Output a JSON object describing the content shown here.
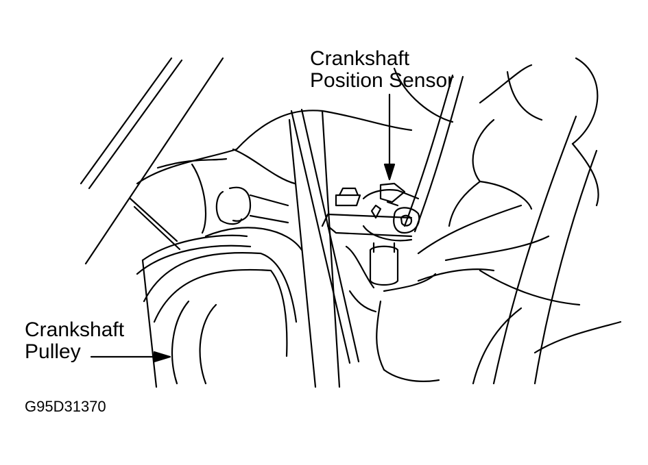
{
  "labels": {
    "sensor": {
      "line1": "Crankshaft",
      "line2": "Position Sensor"
    },
    "pulley": {
      "line1": "Crankshaft",
      "line2": "Pulley"
    },
    "figure_code": "G95D31370"
  },
  "colors": {
    "ink": "#000000",
    "paper": "#ffffff"
  }
}
